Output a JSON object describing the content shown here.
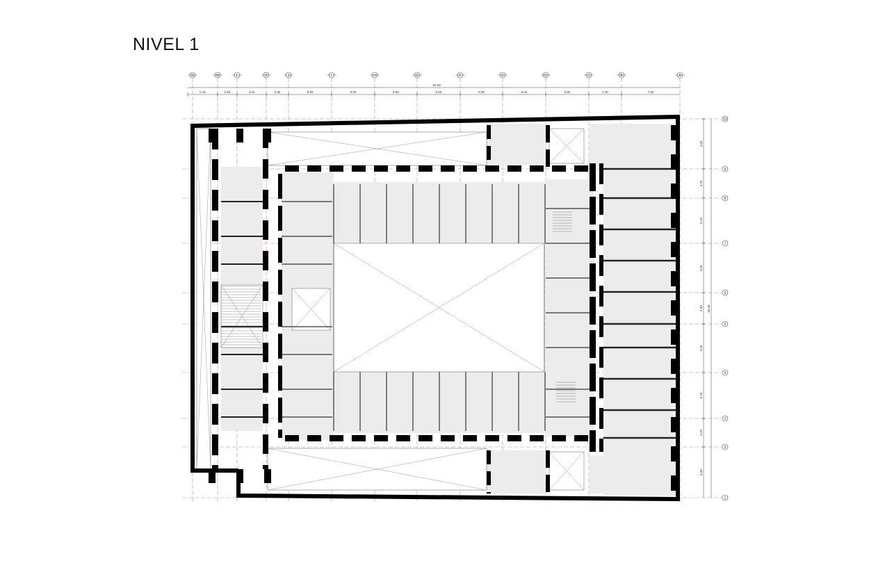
{
  "title": "NIVEL 1",
  "grid_columns": [
    "N",
    "M",
    "L",
    "K",
    "J",
    "I",
    "H",
    "G",
    "F",
    "E",
    "D",
    "C",
    "B",
    "A"
  ],
  "grid_rows": [
    "10",
    "9",
    "8",
    "7",
    "6",
    "5",
    "4",
    "3",
    "2",
    "1"
  ],
  "horizontal_dimensions": [
    "2.15",
    "2.50",
    "3.00",
    "2.85",
    "5.50",
    "5.50",
    "5.50",
    "5.50",
    "5.50",
    "5.50",
    "5.50",
    "4.20",
    "7.50"
  ],
  "horizontal_total": "62.90",
  "vertical_dimensions": [
    "4.50",
    "3.75",
    "5.70",
    "4.25",
    "4.20",
    "4.25",
    "5.18",
    "3.75",
    "4.50"
  ],
  "vertical_total": "40.48",
  "colors": {
    "wall": "#000000",
    "room_fill": "#ececec",
    "grid_line": "#e07a8a",
    "line": "#555555"
  }
}
